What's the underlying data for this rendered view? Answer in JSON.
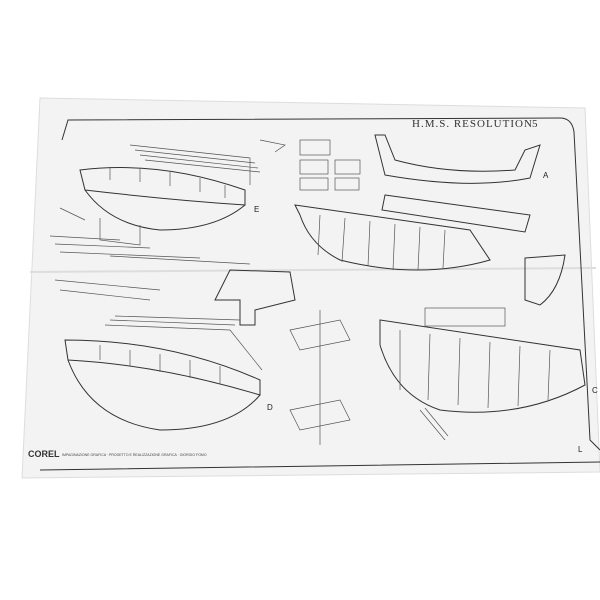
{
  "sheet": {
    "title": "H.M.S. RESOLUTION",
    "sheet_number": "5",
    "figure_labels": [
      "E",
      "A",
      "D",
      "C",
      "L"
    ],
    "logo": "COREL",
    "footer_caption": "IMPAGINAZIONE GRAFICA · PROGETTO E REALIZZAZIONE GRAFICA · GIORGIO FOMO"
  },
  "colors": {
    "paper": "#f4f4f4",
    "line": "#333333",
    "background": "#ffffff"
  }
}
